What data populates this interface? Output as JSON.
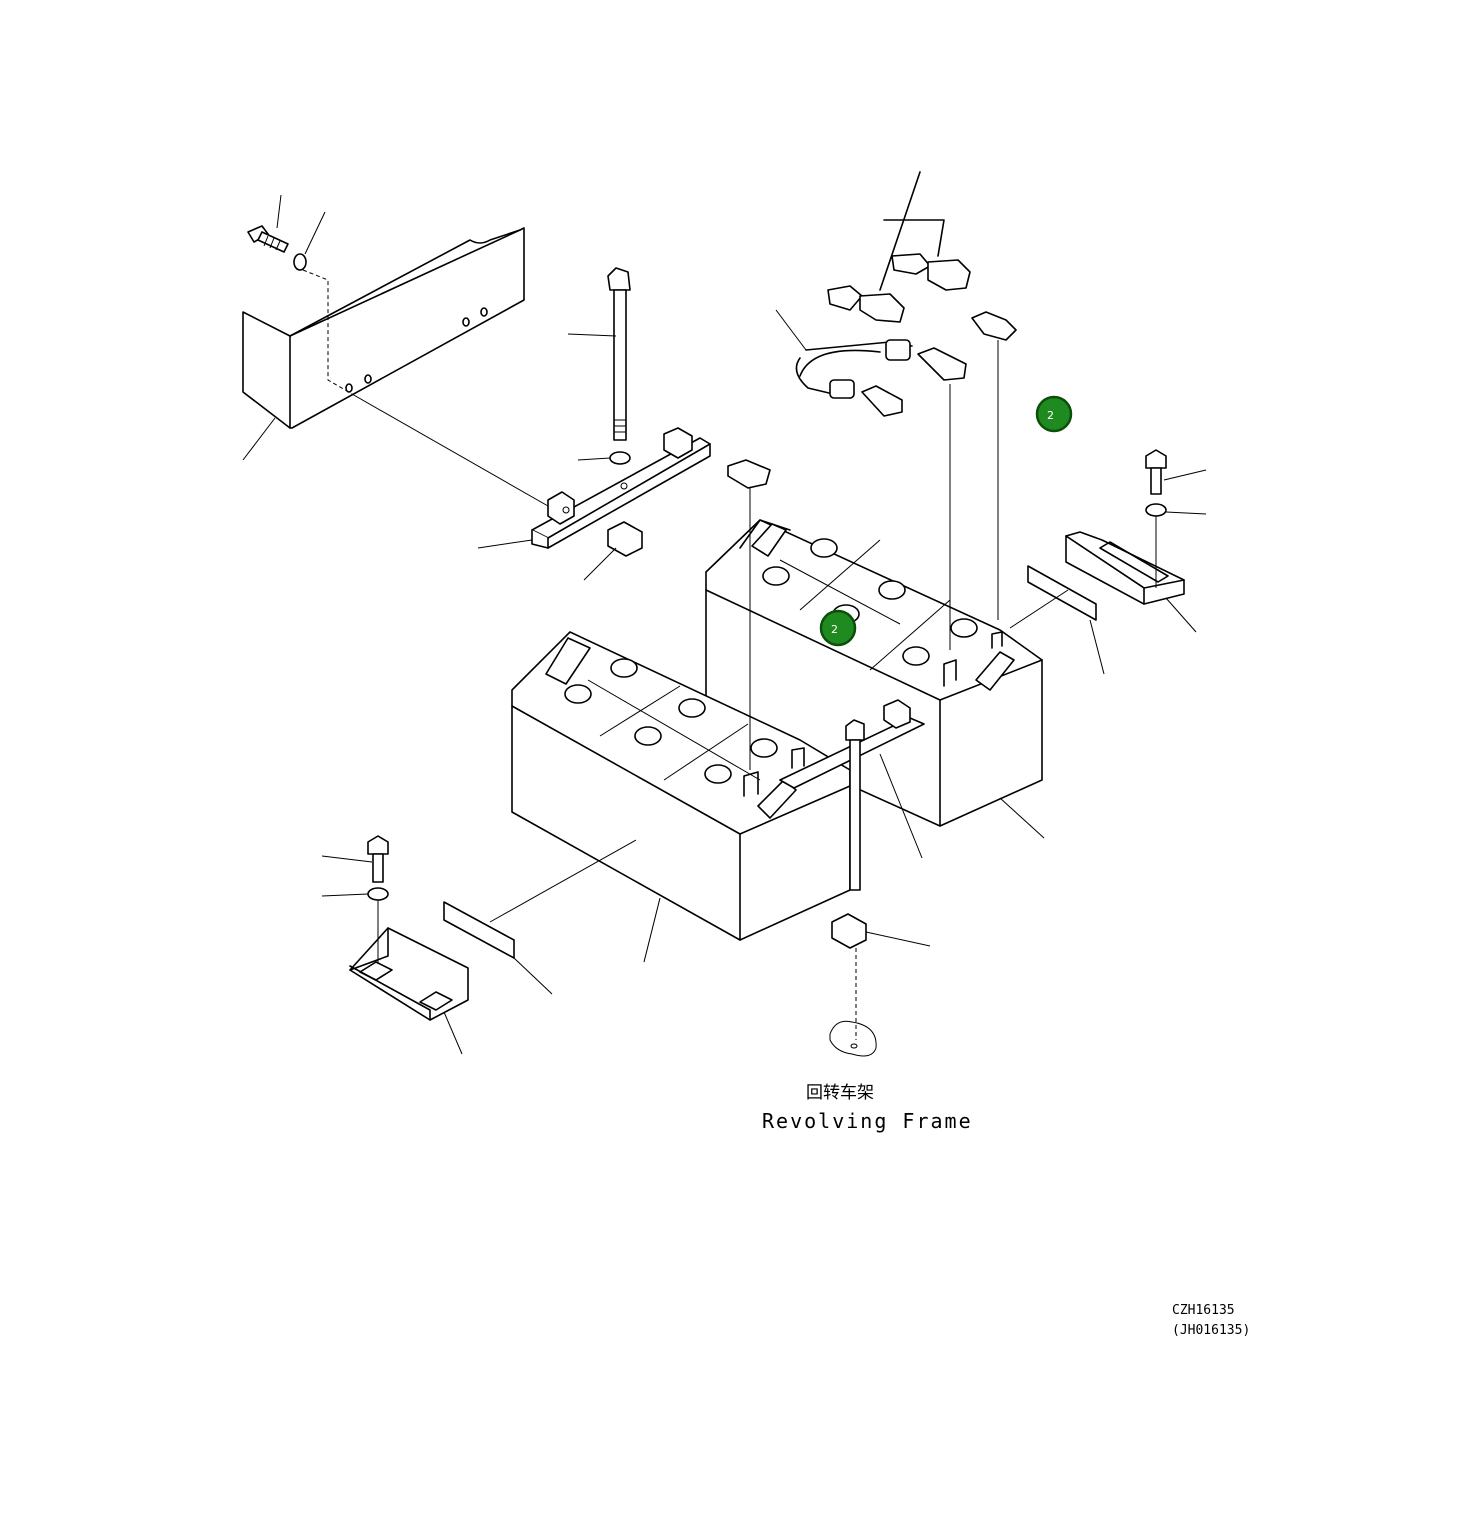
{
  "frame_label_cn": "回转车架",
  "frame_label_en": "Revolving Frame",
  "drawing_code": "CZH16135",
  "drawing_code_alt": "(JH016135)",
  "hotspots": [
    {
      "label": "2",
      "color": "#1f8a1f"
    },
    {
      "label": "2",
      "color": "#1f8a1f"
    }
  ]
}
